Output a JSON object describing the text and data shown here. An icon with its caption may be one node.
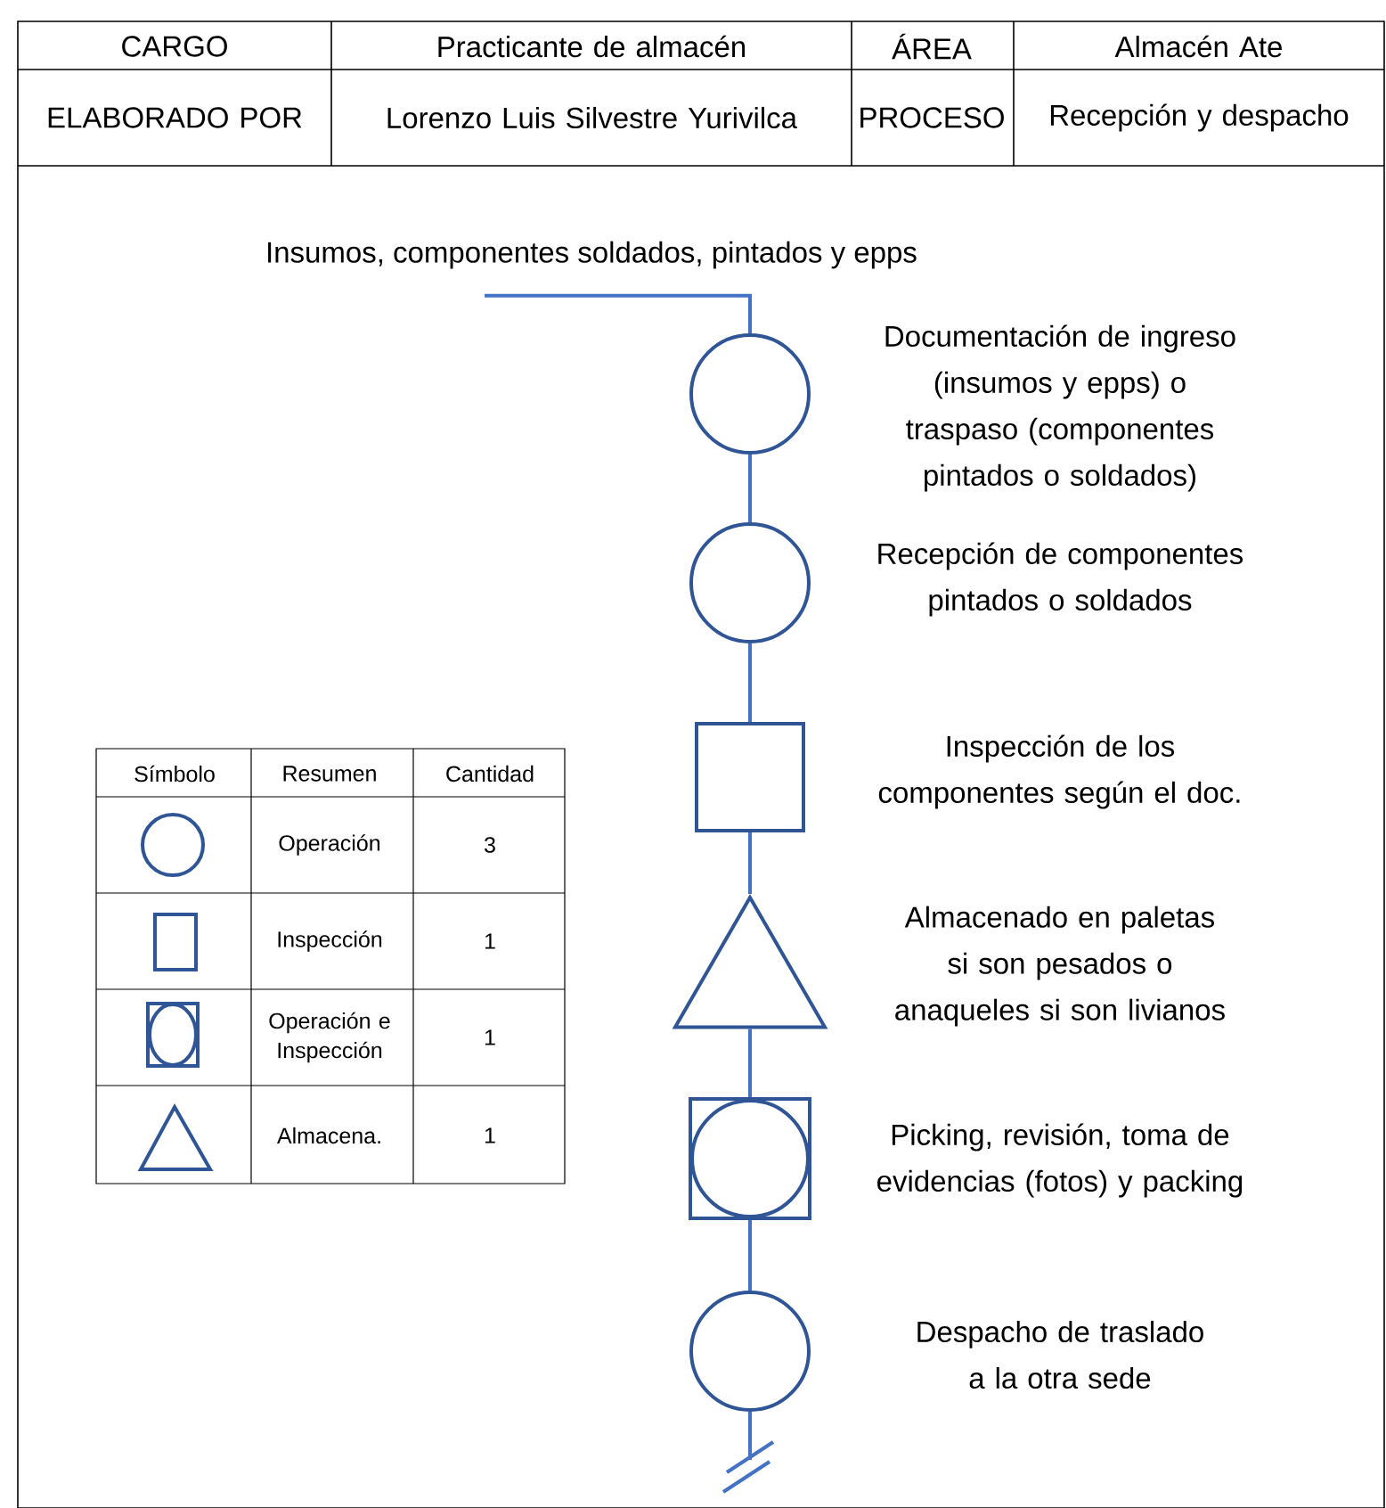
{
  "diagram": {
    "nodes": [
      {
        "text": [
          "Insumos, componentes soldados, pintados y epps"
        ]
      },
      {
        "text": [],
        "shape": "circle",
        "beside": [
          "Documentación de  ingreso (insumos y epps) o traspaso (componentes pintados o soldados)"
        ]
      },
      {
        "text": [],
        "shape": "circle",
        "beside": [
          "Recepción de componentes pintados o soldados"
        ]
      },
      {
        "text": [],
        "shape": "box",
        "beside": [
          "Inspección de los componentes según el doc."
        ]
      },
      {
        "text": [],
        "shape": "triangle",
        "beside": [
          "Almacenado en paletas si son pesados o anaqueles si son livianos"
        ]
      },
      {
        "text": [],
        "shape": "combined",
        "beside": [
          "Picking, revisión, toma de evidencias (fotos) y packing"
        ]
      },
      {
        "text": [],
        "shape": "circle",
        "beside": [
          "Despacho de traslado a la otra sede"
        ]
      }
    ],
    "edges": [
      {
        "from": 0,
        "to": 1,
        "arrow": "none"
      },
      {
        "from": 1,
        "to": 2,
        "arrow": "none"
      },
      {
        "from": 2,
        "to": 3,
        "arrow": "none"
      },
      {
        "from": 3,
        "to": 4,
        "arrow": "none"
      },
      {
        "from": 4,
        "to": 5,
        "arrow": "none"
      },
      {
        "from": 5,
        "to": 6,
        "arrow": "none"
      },
      {
        "from": 6,
        "to": null,
        "arrow": "none"
      }
    ],
    "labels": [
      "CARGO",
      "Practicante de almacén",
      "ÁREA",
      "Almacén Ate",
      "ELABORADO POR",
      "Lorenzo Luis Silvestre Yurivilca",
      "PROCESO",
      "Recepción y despacho",
      "Símbolo",
      "Resumen",
      "Cantidad",
      "Operación",
      "3",
      "Inspección",
      "1",
      "Operación e Inspección",
      "1",
      "Almacena.",
      "1"
    ]
  }
}
